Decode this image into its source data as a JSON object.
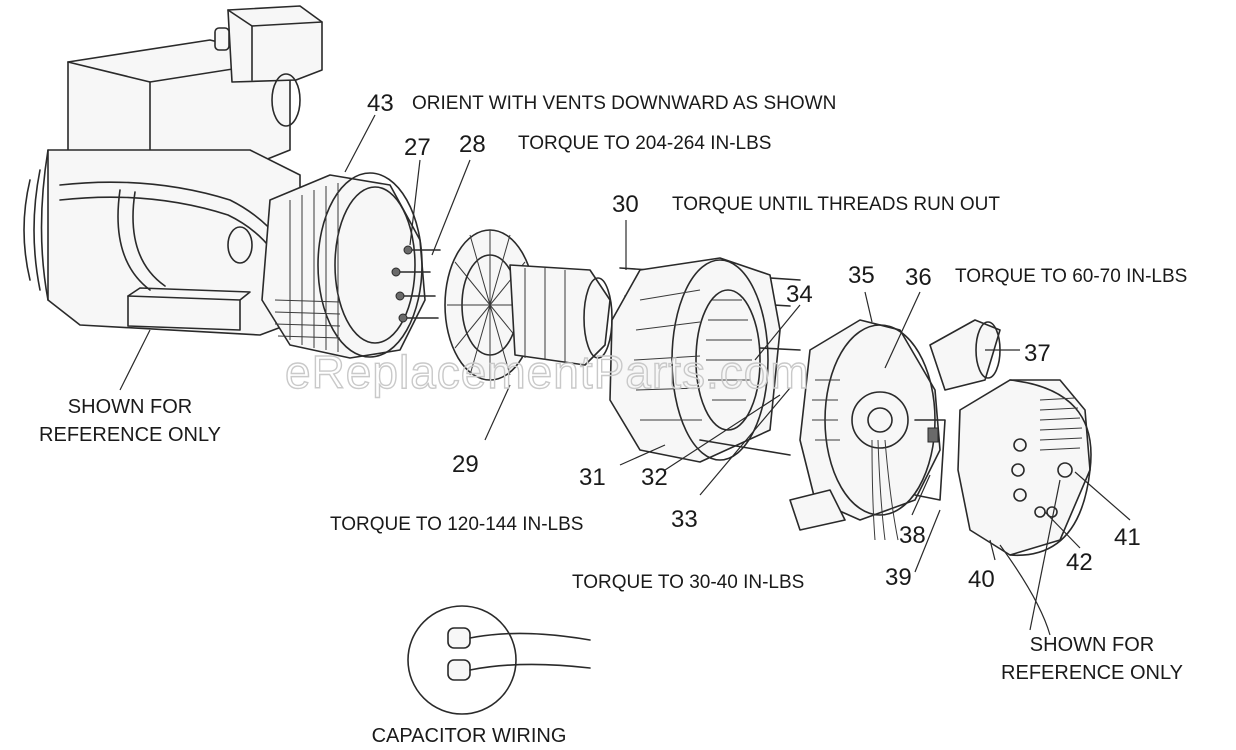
{
  "callouts": {
    "c43": "43",
    "c27": "27",
    "c28": "28",
    "c30": "30",
    "c35": "35",
    "c36": "36",
    "c34": "34",
    "c37": "37",
    "c29": "29",
    "c31": "31",
    "c32": "32",
    "c33": "33",
    "c38": "38",
    "c39": "39",
    "c40": "40",
    "c42": "42",
    "c41": "41"
  },
  "notes": {
    "orient": "ORIENT WITH VENTS DOWNWARD AS SHOWN",
    "torque_204": "TORQUE TO 204-264 IN-LBS",
    "torque_threads": "TORQUE UNTIL THREADS RUN OUT",
    "torque_60": "TORQUE TO 60-70 IN-LBS",
    "torque_120": "TORQUE TO 120-144 IN-LBS",
    "torque_30": "TORQUE TO 30-40 IN-LBS"
  },
  "reference_left": {
    "line1": "SHOWN FOR",
    "line2": "REFERENCE ONLY"
  },
  "reference_right": {
    "line1": "SHOWN FOR",
    "line2": "REFERENCE ONLY"
  },
  "capacitor_label": "CAPACITOR WIRING",
  "watermark": "eReplacementParts.com"
}
